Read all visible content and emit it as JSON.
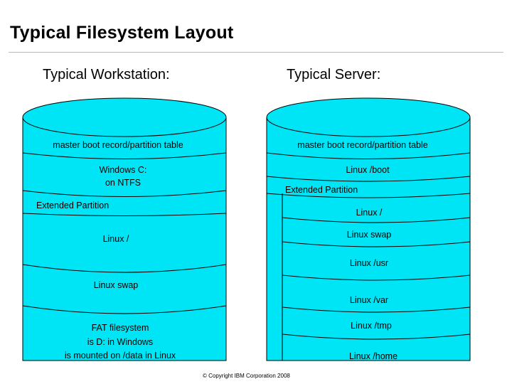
{
  "title": "Typical Filesystem Layout",
  "workstation": {
    "heading": "Typical Workstation:",
    "labels": {
      "mbr": "master boot record/partition table",
      "windows_c_line1": "Windows C:",
      "windows_c_line2": "on NTFS",
      "extended": "Extended Partition",
      "linux_root": "Linux /",
      "linux_swap": "Linux swap",
      "fat_line1": "FAT filesystem",
      "fat_line2": "is D: in Windows",
      "fat_line3": "is mounted on /data in Linux"
    }
  },
  "server": {
    "heading": "Typical Server:",
    "labels": {
      "mbr": "master boot record/partition table",
      "boot": "Linux /boot",
      "extended": "Extended Partition",
      "root": "Linux /",
      "swap": "Linux swap",
      "usr": "Linux /usr",
      "var": "Linux /var",
      "tmp": "Linux /tmp",
      "home": "Linux /home"
    }
  },
  "colors": {
    "disk_fill": "#00e5f5",
    "outline": "#000000"
  },
  "copyright": "© Copyright IBM Corporation 2008"
}
